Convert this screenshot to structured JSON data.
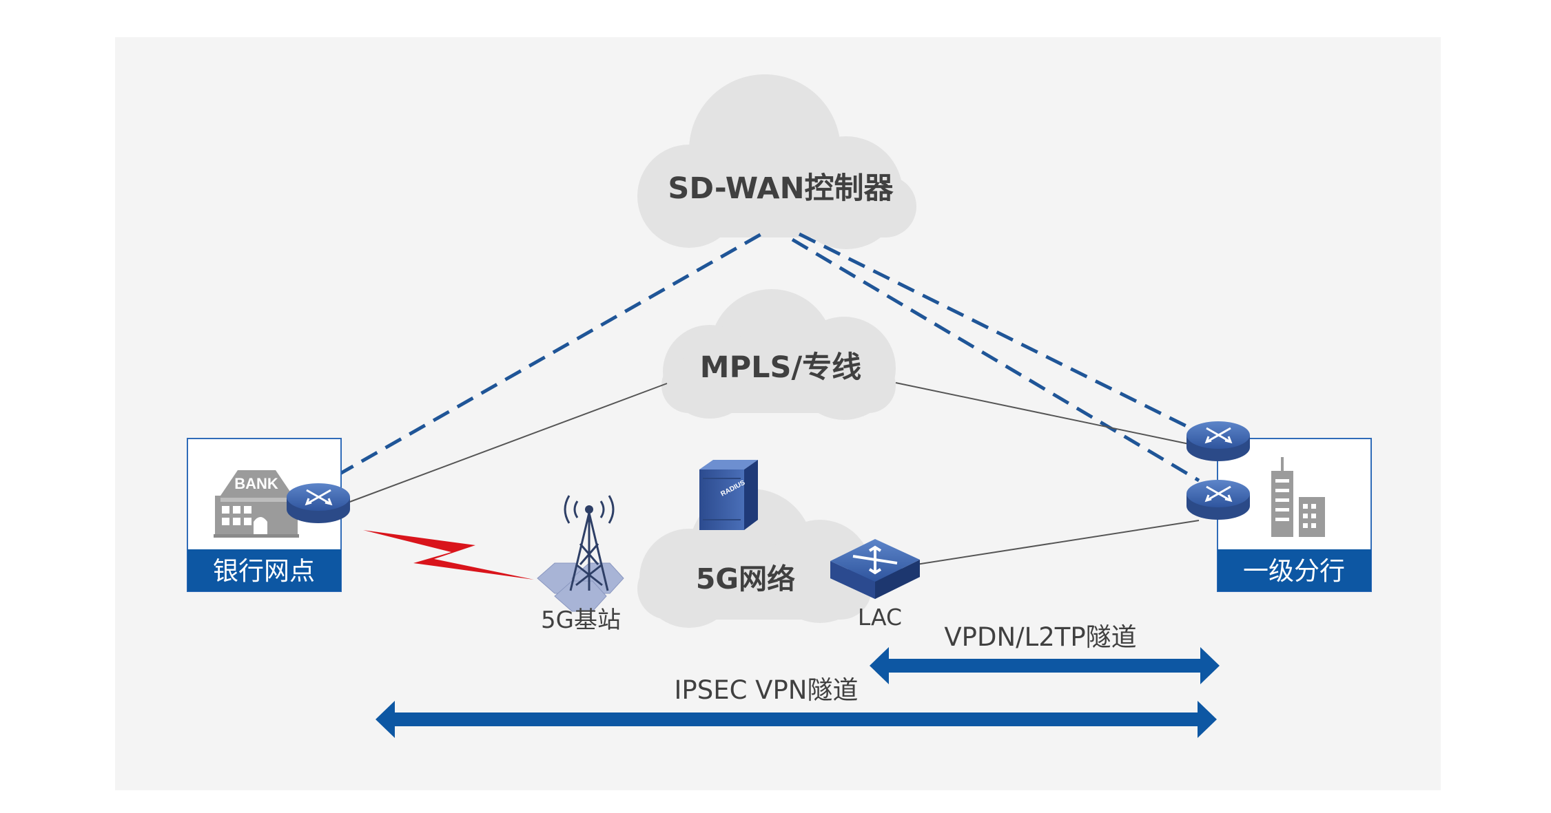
{
  "clouds": {
    "sdwan": "SD-WAN控制器",
    "mpls": "MPLS/专线",
    "fiveg": "5G网络"
  },
  "nodes": {
    "bank_sign": "BANK",
    "bank_branch": "银行网点",
    "tier1_branch": "一级分行",
    "base_station": "5G基站",
    "lac": "LAC",
    "radius": "RADIUS"
  },
  "tunnels": {
    "vpdn": "VPDN/L2TP隧道",
    "ipsec": "IPSEC VPN隧道"
  },
  "colors": {
    "background_panel": "#f4f4f4",
    "cloud": "#e3e3e3",
    "dashed_link": "#1f5597",
    "arrow": "#0d57a3",
    "label_box": "#0d57a3",
    "wireless_bolt": "#d9141b",
    "device_blue": "#3a5fa8"
  }
}
